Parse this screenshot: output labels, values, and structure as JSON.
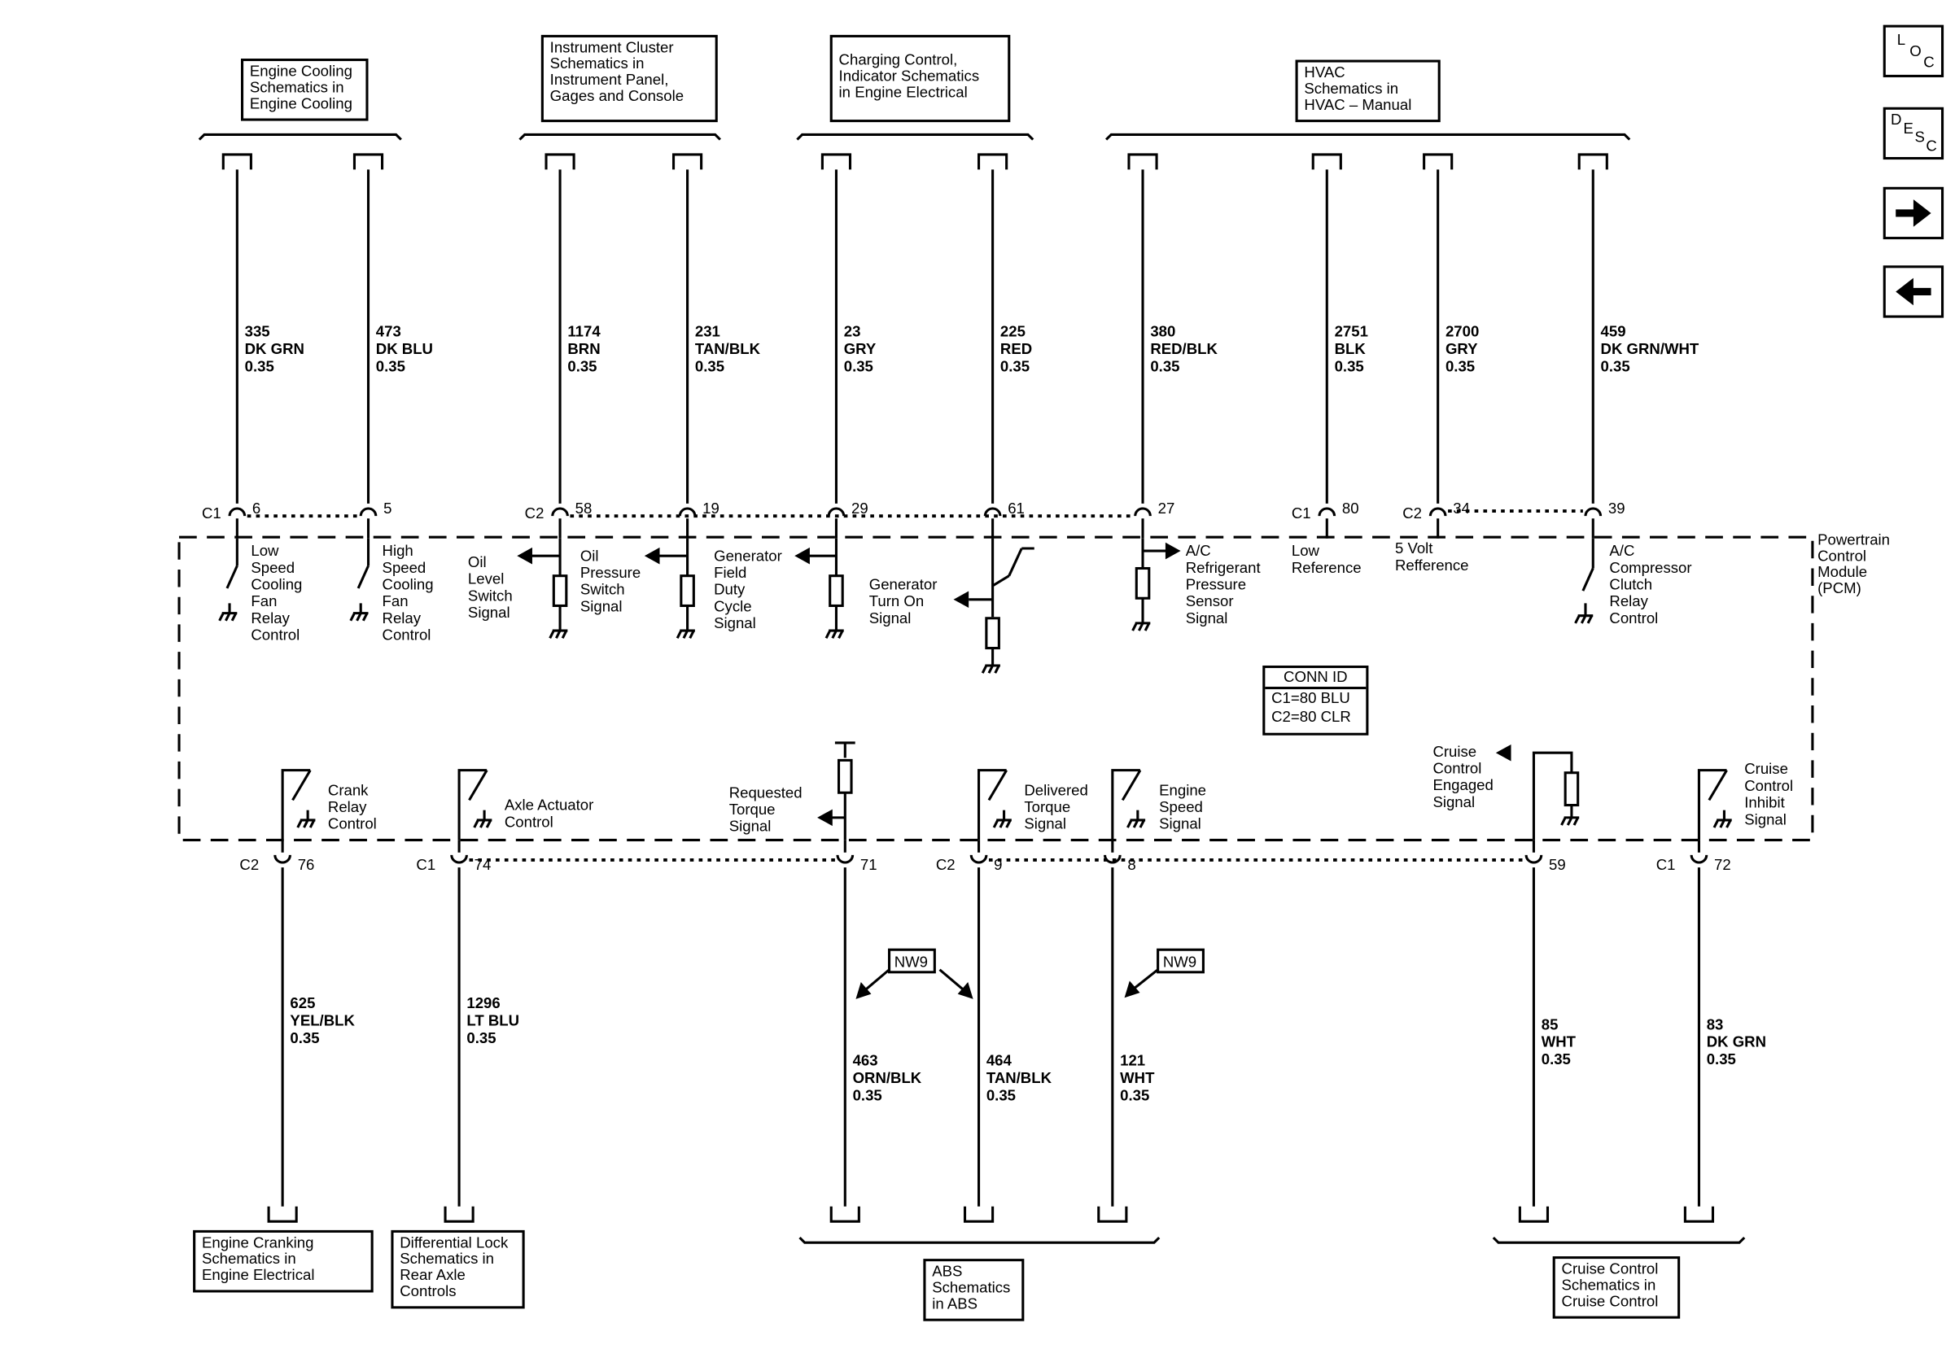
{
  "ref_boxes": {
    "engine_cooling": "Engine Cooling\nSchematics in\nEngine Cooling",
    "instrument_cluster": "Instrument Cluster\nSchematics in\nInstrument Panel,\nGages and Console",
    "charging_control": "Charging Control,\nIndicator Schematics\nin Engine Electrical",
    "hvac": "HVAC\nSchematics in\nHVAC – Manual",
    "engine_cranking": "Engine Cranking\nSchematics in\nEngine Electrical",
    "differential_lock": "Differential Lock\nSchematics in\nRear Axle\nControls",
    "abs": "ABS\nSchematics\nin ABS",
    "cruise_control": "Cruise Control\nSchematics in\nCruise Control"
  },
  "nav": {
    "loc": [
      "L",
      "O",
      "C"
    ],
    "desc": [
      "D",
      "E",
      "S",
      "C"
    ]
  },
  "module": {
    "name_lines": [
      "Powertrain",
      "Control",
      "Module",
      "(PCM)"
    ],
    "conn_id_title": "CONN ID",
    "conn_id_lines": [
      "C1=80 BLU",
      "C2=80 CLR"
    ]
  },
  "top_wires": [
    {
      "circuit": "335",
      "color": "DK GRN",
      "gauge": "0.35",
      "conn": "C1",
      "pin": "6",
      "desc": [
        "Low",
        "Speed",
        "Cooling",
        "Fan",
        "Relay",
        "Control"
      ]
    },
    {
      "circuit": "473",
      "color": "DK BLU",
      "gauge": "0.35",
      "conn": "",
      "pin": "5",
      "desc": [
        "High",
        "Speed",
        "Cooling",
        "Fan",
        "Relay",
        "Control"
      ]
    },
    {
      "circuit": "1174",
      "color": "BRN",
      "gauge": "0.35",
      "conn": "C2",
      "pin": "58",
      "desc": [
        "Oil",
        "Level",
        "Switch",
        "Signal"
      ]
    },
    {
      "circuit": "231",
      "color": "TAN/BLK",
      "gauge": "0.35",
      "conn": "",
      "pin": "19",
      "desc": [
        "Oil",
        "Pressure",
        "Switch",
        "Signal"
      ]
    },
    {
      "circuit": "23",
      "color": "GRY",
      "gauge": "0.35",
      "conn": "",
      "pin": "29",
      "desc": [
        "Generator",
        "Field",
        "Duty",
        "Cycle",
        "Signal"
      ]
    },
    {
      "circuit": "225",
      "color": "RED",
      "gauge": "0.35",
      "conn": "",
      "pin": "61",
      "desc": [
        "Generator",
        "Turn On",
        "Signal"
      ]
    },
    {
      "circuit": "380",
      "color": "RED/BLK",
      "gauge": "0.35",
      "conn": "",
      "pin": "27",
      "desc": [
        "A/C",
        "Refrigerant",
        "Pressure",
        "Sensor",
        "Signal"
      ]
    },
    {
      "circuit": "2751",
      "color": "BLK",
      "gauge": "0.35",
      "conn": "C1",
      "pin": "80",
      "desc": [
        "Low",
        "Reference"
      ]
    },
    {
      "circuit": "2700",
      "color": "GRY",
      "gauge": "0.35",
      "conn": "C2",
      "pin": "34",
      "desc": [
        "5 Volt",
        "Refference"
      ]
    },
    {
      "circuit": "459",
      "color": "DK GRN/WHT",
      "gauge": "0.35",
      "conn": "",
      "pin": "39",
      "desc": [
        "A/C",
        "Compressor",
        "Clutch",
        "Relay",
        "Control"
      ]
    }
  ],
  "bottom_wires": [
    {
      "circuit": "625",
      "color": "YEL/BLK",
      "gauge": "0.35",
      "conn": "C2",
      "pin": "76",
      "desc": [
        "Crank",
        "Relay",
        "Control"
      ]
    },
    {
      "circuit": "1296",
      "color": "LT BLU",
      "gauge": "0.35",
      "conn": "C1",
      "pin": "74",
      "desc": [
        "Axle Actuator",
        "Control"
      ]
    },
    {
      "circuit": "463",
      "color": "ORN/BLK",
      "gauge": "0.35",
      "conn": "",
      "pin": "71",
      "desc": [
        "Requested",
        "Torque",
        "Signal"
      ]
    },
    {
      "circuit": "464",
      "color": "TAN/BLK",
      "gauge": "0.35",
      "conn": "C2",
      "pin": "9",
      "desc": [
        "Delivered",
        "Torque",
        "Signal"
      ]
    },
    {
      "circuit": "121",
      "color": "WHT",
      "gauge": "0.35",
      "conn": "",
      "pin": "8",
      "desc": [
        "Engine",
        "Speed",
        "Signal"
      ]
    },
    {
      "circuit": "85",
      "color": "WHT",
      "gauge": "0.35",
      "conn": "",
      "pin": "59",
      "desc": [
        "Cruise",
        "Control",
        "Engaged",
        "Signal"
      ]
    },
    {
      "circuit": "83",
      "color": "DK GRN",
      "gauge": "0.35",
      "conn": "C1",
      "pin": "72",
      "desc": [
        "Cruise",
        "Control",
        "Inhibit",
        "Signal"
      ]
    }
  ],
  "nw9_label": "NW9"
}
